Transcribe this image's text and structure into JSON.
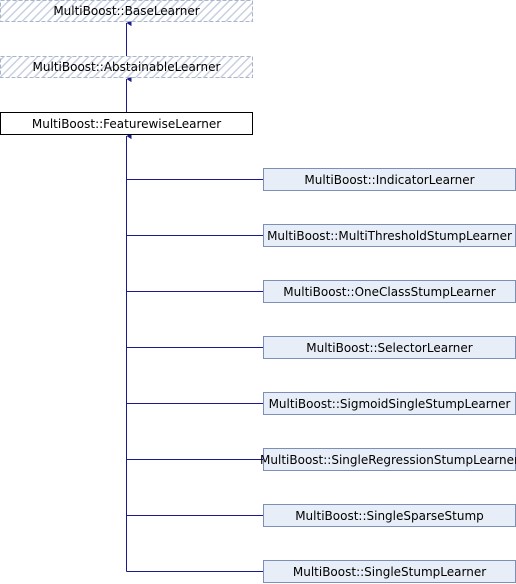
{
  "diagram": {
    "base_nodes": [
      {
        "label": "MultiBoost::BaseLearner",
        "style": "undocumented"
      },
      {
        "label": "MultiBoost::AbstainableLearner",
        "style": "undocumented"
      },
      {
        "label": "MultiBoost::FeaturewiseLearner",
        "style": "current"
      }
    ],
    "derived_nodes": [
      {
        "label": "MultiBoost::IndicatorLearner"
      },
      {
        "label": "MultiBoost::MultiThresholdStumpLearner"
      },
      {
        "label": "MultiBoost::OneClassStumpLearner"
      },
      {
        "label": "MultiBoost::SelectorLearner"
      },
      {
        "label": "MultiBoost::SigmoidSingleStumpLearner"
      },
      {
        "label": "MultiBoost::SingleRegressionStumpLearner"
      },
      {
        "label": "MultiBoost::SingleSparseStump"
      },
      {
        "label": "MultiBoost::SingleStumpLearner"
      }
    ],
    "colors": {
      "edge": "#1a1a8c",
      "derived_fill": "#e8eef7",
      "derived_border": "#7b8fb8",
      "undocumented_border": "#a8b4cc",
      "hatch": "#c8d0e0",
      "current_border": "#000000",
      "text": "#000000"
    }
  }
}
